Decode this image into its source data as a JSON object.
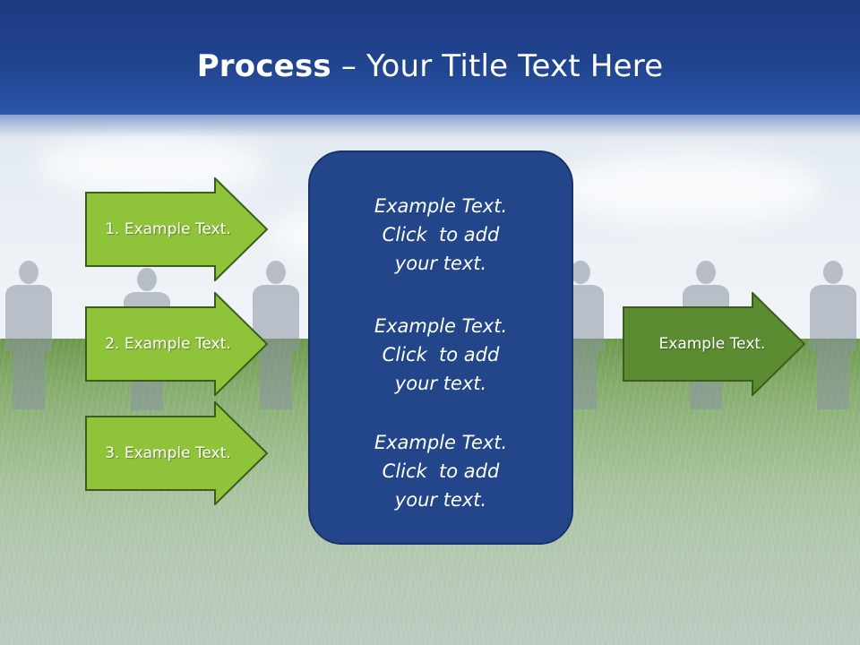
{
  "header": {
    "title_bold": "Process",
    "title_rest": " – Your Title Text Here"
  },
  "steps": [
    {
      "label": "1. Example Text."
    },
    {
      "label": "2. Example Text."
    },
    {
      "label": "3. Example Text."
    }
  ],
  "center": {
    "items": [
      {
        "line1": "Example Text.",
        "line2": "Click  to add",
        "line3": "your text."
      },
      {
        "line1": "Example Text.",
        "line2": "Click  to add",
        "line3": "your text."
      },
      {
        "line1": "Example Text.",
        "line2": "Click  to add",
        "line3": "your text."
      }
    ]
  },
  "output": {
    "label": "Example Text."
  },
  "colors": {
    "header_blue": "#21448f",
    "box_blue": "#23468b",
    "arrow_light_green": "#8fc43a",
    "arrow_dark_green": "#5b8c31",
    "arrow_border": "#3d5e1b"
  }
}
